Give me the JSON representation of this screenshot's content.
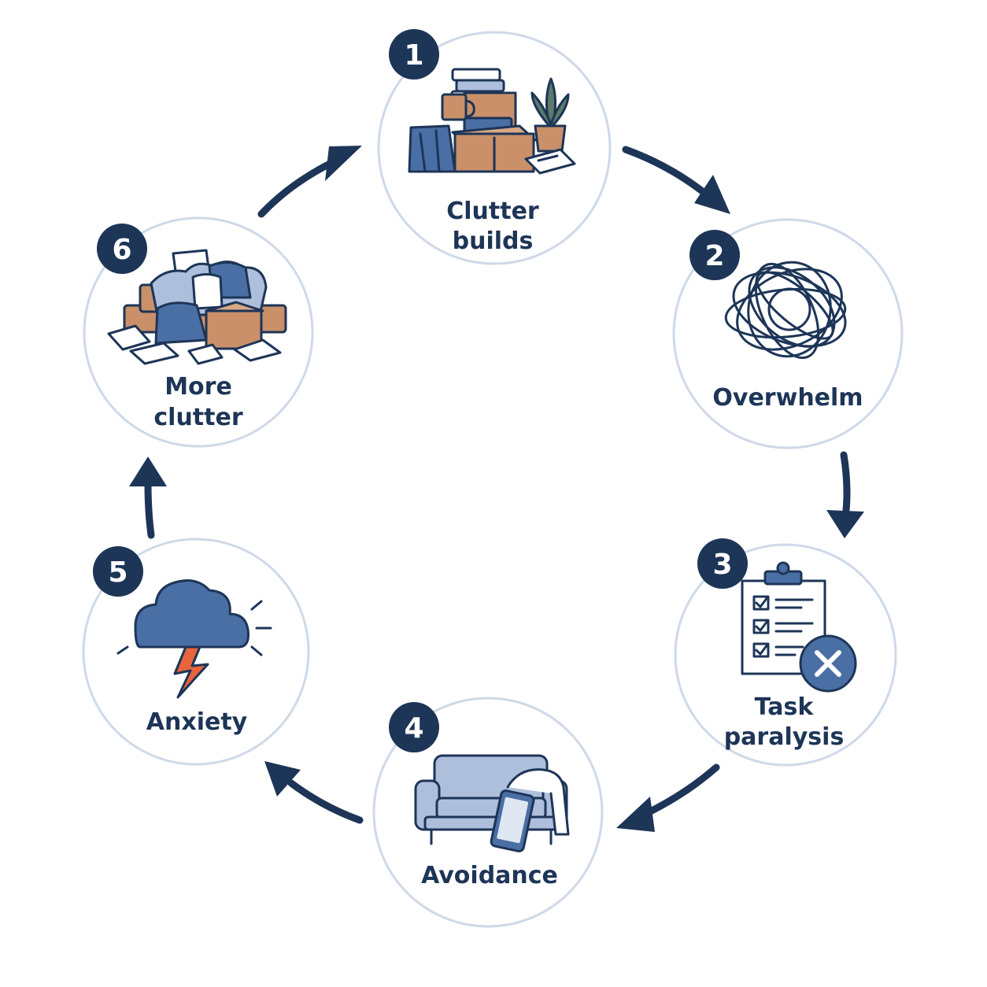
{
  "colors": {
    "navy": "#1d3557",
    "circle_border": "#cfd9e8",
    "blue_fill": "#4a6fa5",
    "light_blue": "#aebfdc",
    "cardboard": "#c9906a",
    "bolt": "#e8643c",
    "plant": "#5c7a6a"
  },
  "steps": [
    {
      "number": "1",
      "label_lines": [
        "Clutter",
        "builds"
      ],
      "icon": "cluttered-boxes-icon"
    },
    {
      "number": "2",
      "label_lines": [
        "Overwhelm"
      ],
      "icon": "tangled-scribble-icon"
    },
    {
      "number": "3",
      "label_lines": [
        "Task",
        "paralysis"
      ],
      "icon": "clipboard-x-icon"
    },
    {
      "number": "4",
      "label_lines": [
        "Avoidance"
      ],
      "icon": "sofa-phone-icon"
    },
    {
      "number": "5",
      "label_lines": [
        "Anxiety"
      ],
      "icon": "storm-cloud-icon"
    },
    {
      "number": "6",
      "label_lines": [
        "More",
        "clutter"
      ],
      "icon": "clutter-pile-icon"
    }
  ]
}
